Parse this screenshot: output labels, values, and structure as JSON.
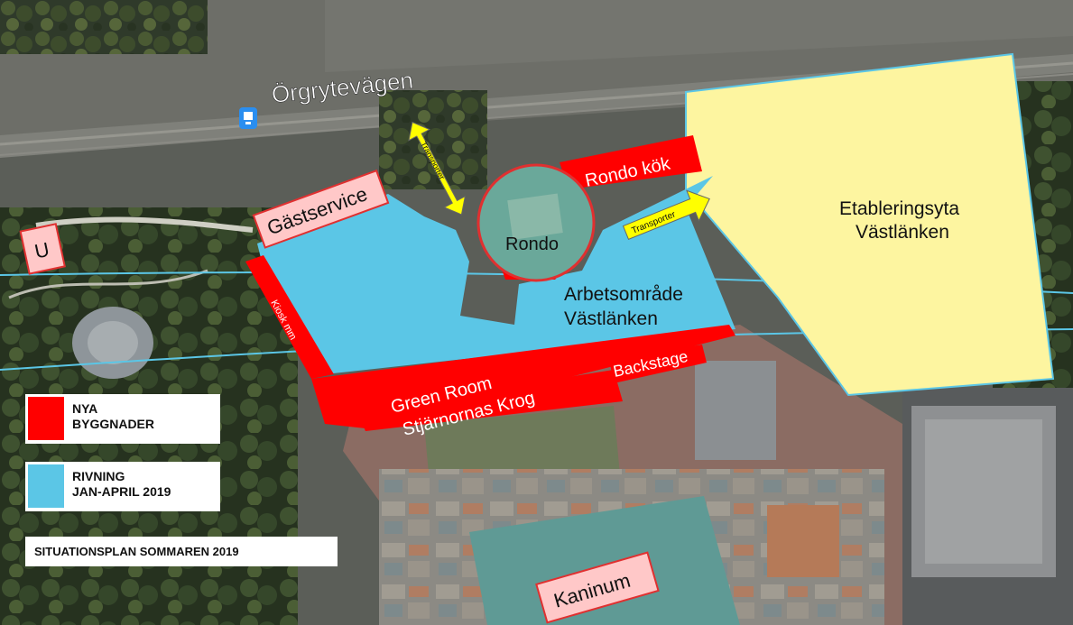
{
  "map": {
    "street_label": "Örgrytevägen",
    "tram_stop_icon": "tram-stop-icon",
    "areas": {
      "etablering_line1": "Etableringsyta",
      "etablering_line2": "Västlänken",
      "arbets_line1": "Arbetsområde",
      "arbets_line2": "Västlänken",
      "rondo": "Rondo"
    },
    "labels": {
      "rondo_kok": "Rondo kök",
      "gastservice": "Gästservice",
      "u": "U",
      "kiosk": "Kiosk mm",
      "green_room": "Green Room",
      "stjarnornas_krog": "Stjärnornas Krog",
      "backstage": "Backstage",
      "kaninum": "Kaninum",
      "transport_arrow_1": "Transporter",
      "transport_arrow_2": "Transporter"
    },
    "colors": {
      "new_buildings": "#ff0000",
      "demolition": "#5bc6e6",
      "establishment_area": "#fdf5a0",
      "transport_arrow": "#ffff00",
      "label_fill": "#ffc8c8",
      "label_border": "#e03030",
      "boundary_line": "#5bc6e6"
    }
  },
  "legend": {
    "items": [
      {
        "line1": "NYA",
        "line2": "BYGGNADER",
        "color": "#ff0000"
      },
      {
        "line1": "RIVNING",
        "line2": "JAN-APRIL 2019",
        "color": "#5bc6e6"
      }
    ],
    "caption": "SITUATIONSPLAN SOMMAREN 2019"
  }
}
